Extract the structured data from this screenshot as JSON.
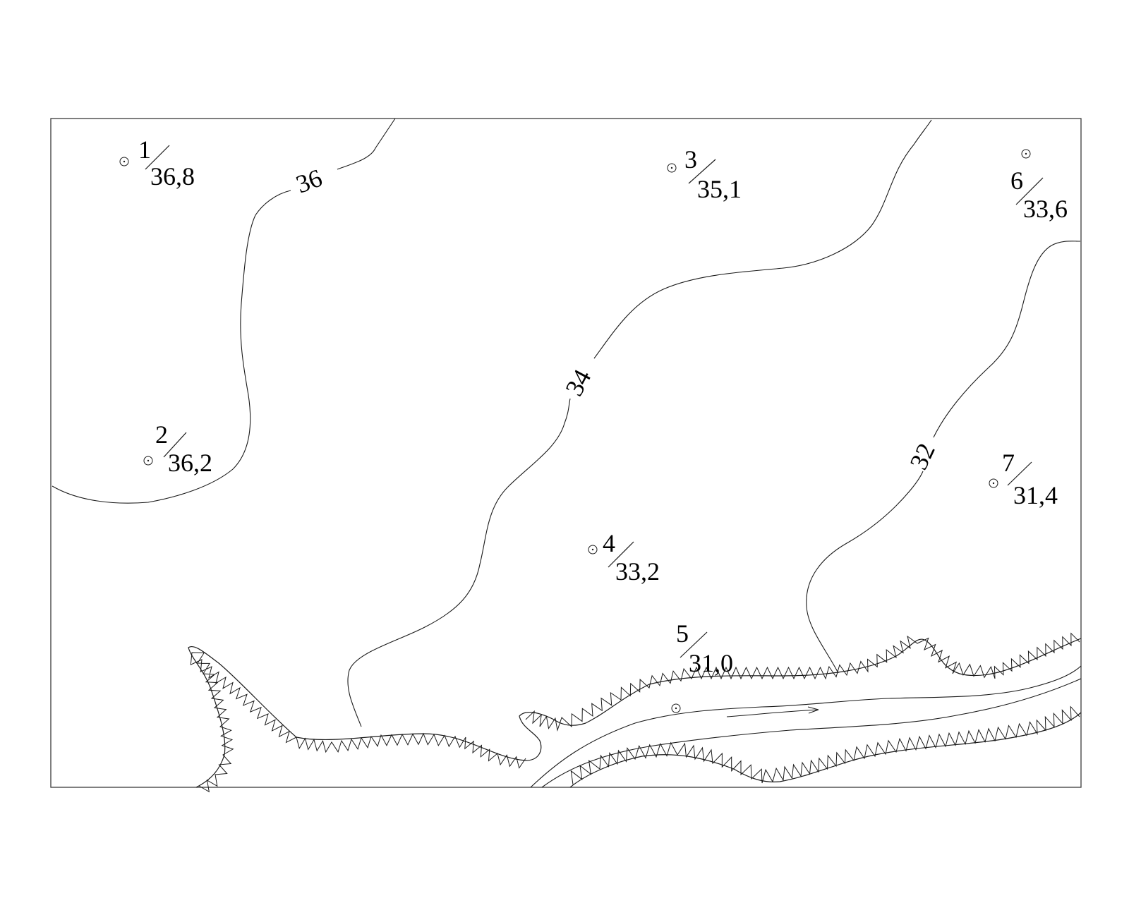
{
  "wells": [
    {
      "number": "1",
      "elevation": "36,8"
    },
    {
      "number": "2",
      "elevation": "36,2"
    },
    {
      "number": "3",
      "elevation": "35,1"
    },
    {
      "number": "4",
      "elevation": "33,2"
    },
    {
      "number": "5",
      "elevation": "31,0"
    },
    {
      "number": "6",
      "elevation": "33,6"
    },
    {
      "number": "7",
      "elevation": "31,4"
    }
  ],
  "contour_labels": [
    "36",
    "34",
    "32"
  ],
  "colors": {
    "line": "#1a1a1a",
    "background": "#ffffff"
  },
  "icons": {
    "well": "circle-with-dot",
    "flow": "arrow-right"
  }
}
